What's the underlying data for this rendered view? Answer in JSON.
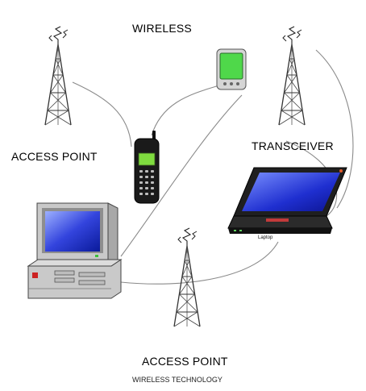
{
  "title": "WIRELESS",
  "caption": "WIRELESS TECHNOLOGY",
  "labels": {
    "access_point_left": "ACCESS POINT",
    "transceiver": "TRANSCEIVER",
    "access_point_bottom": "ACCESS POINT",
    "laptop": "Laptop"
  },
  "icons": [
    "tower-icon",
    "pda-icon",
    "mobile-phone-icon",
    "laptop-icon",
    "desktop-computer-icon"
  ],
  "colors": {
    "screen_blue": "#2030c8",
    "phone_screen_green": "#7fdc3f",
    "pda_screen_green": "#4fd84a",
    "device_body": "#c8c8c8",
    "laptop_body": "#1a1a1a",
    "link_lines": "#888888"
  }
}
